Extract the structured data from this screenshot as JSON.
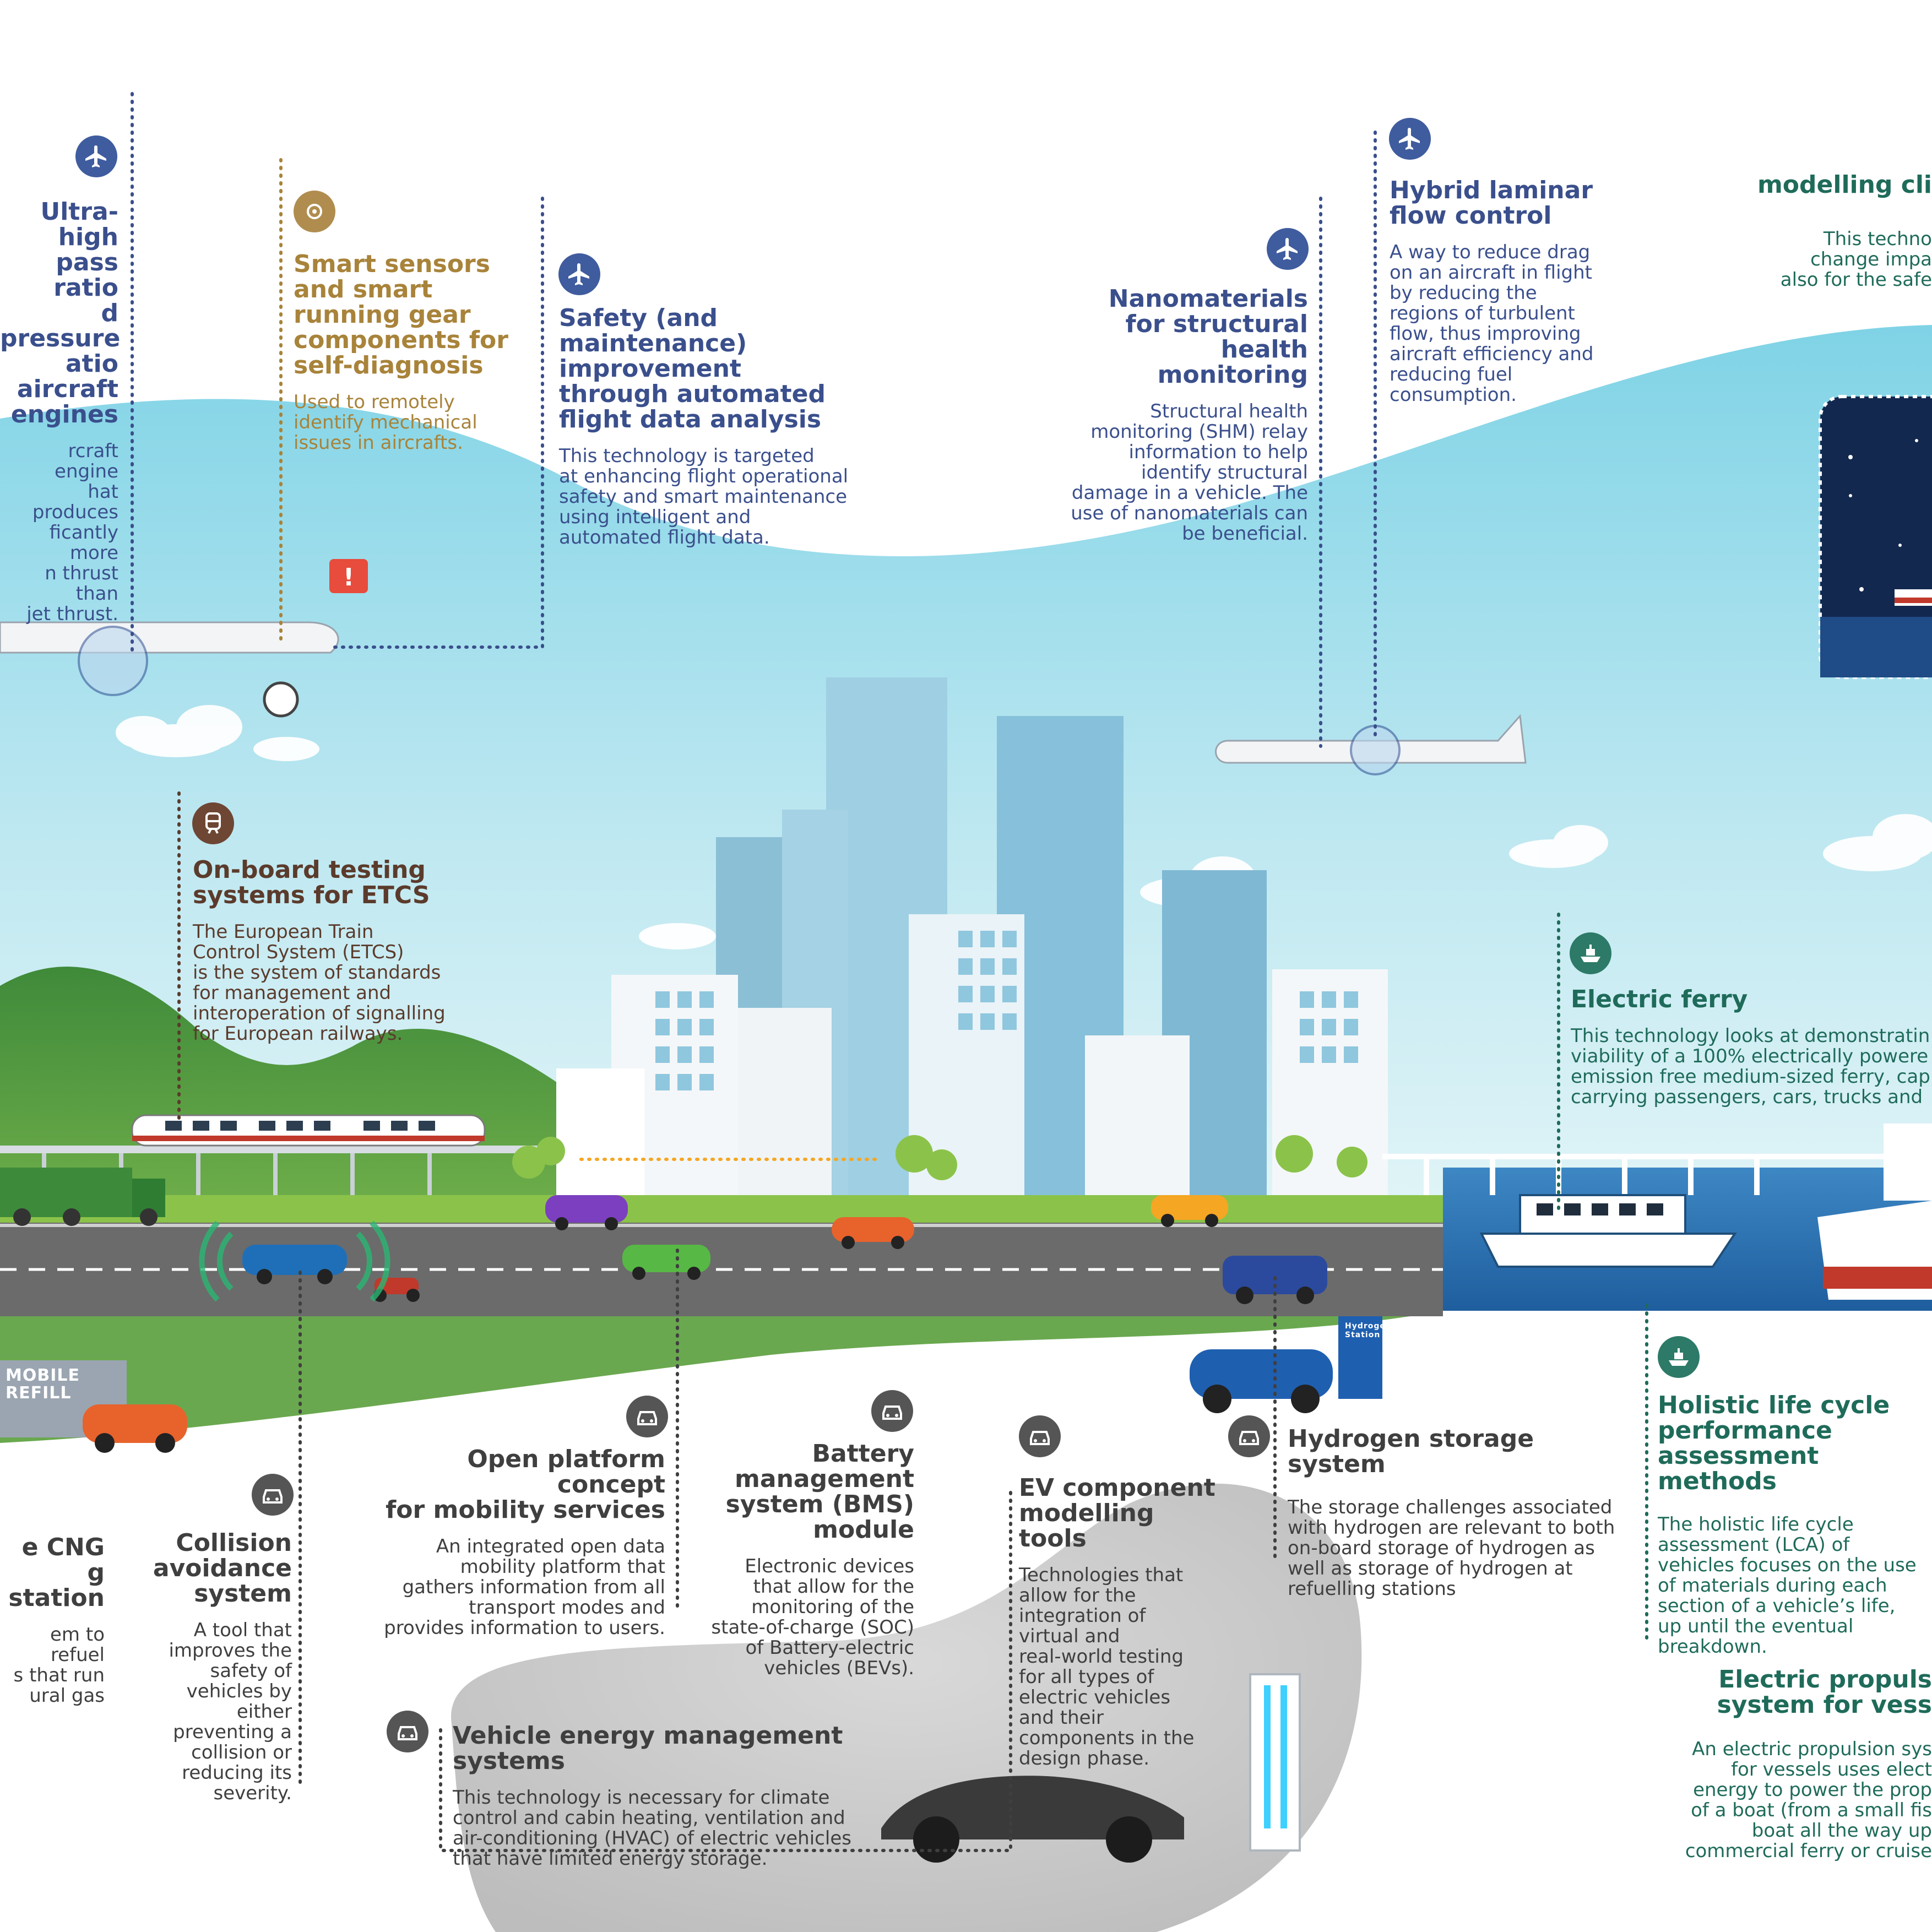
{
  "colors": {
    "air": "#3a4f8c",
    "rail": "#5b3b2c",
    "road": "#3f3f3f",
    "sea": "#1f6b5a",
    "sensor": "#a8833a",
    "sky": "#c7ecf3",
    "grass": "#5c9b3a",
    "road_asphalt": "#6c6c6c",
    "water": "#2b6fb5"
  },
  "labels": {
    "ultra_high": {
      "title": "Ultra-high\npass ratio\nd pressure\natio aircraft\nengines",
      "desc": "rcraft engine\nhat produces\nficantly more\nn thrust than\njet thrust.",
      "icon": "airplane-icon"
    },
    "smart_sensors": {
      "title": "Smart sensors\nand smart\nrunning gear\ncomponents for\nself-diagnosis",
      "desc": "Used to remotely\nidentify mechanical\nissues in aircrafts.",
      "icon": "sensor-icon"
    },
    "safety_maintenance": {
      "title": "Safety (and maintenance)\nimprovement\nthrough automated\nflight data analysis",
      "desc": "This technology is targeted\nat enhancing flight operational\nsafety and smart maintenance\nusing intelligent and\nautomated flight data.",
      "icon": "airplane-icon"
    },
    "nanomaterials": {
      "title": "Nanomaterials\nfor structural health\nmonitoring",
      "desc": "Structural health\nmonitoring (SHM) relay\ninformation to help\nidentify structural\ndamage in a vehicle. The\nuse of nanomaterials can\nbe beneficial.",
      "icon": "airplane-icon"
    },
    "hybrid_laminar": {
      "title": "Hybrid laminar\nflow control",
      "desc": "A way to reduce drag\non an aircraft in flight\nby reducing the\nregions of turbulent\nflow, thus improving\naircraft efficiency and\nreducing fuel\nconsumption.",
      "icon": "airplane-icon"
    },
    "modelling_climate": {
      "title": "modelling cli",
      "desc": "This techno\nchange  impa\nalso for the safe"
    },
    "onboard_testing": {
      "title": "On-board testing\nsystems for ETCS",
      "desc": "The European Train\nControl System (ETCS)\nis the system of standards\nfor management and\ninteroperation of signalling\nfor European railways.",
      "icon": "train-icon"
    },
    "electric_ferry": {
      "title": "Electric ferry",
      "desc": "This technology looks at demonstratin\nviability of a 100% electrically powere\nemission free medium-sized ferry, cap\ncarrying passengers, cars, trucks and",
      "icon": "ship-icon"
    },
    "cng_station": {
      "title": "e CNG\ng station",
      "desc": "em to refuel\ns that run\nural gas"
    },
    "collision": {
      "title": "Collision\navoidance\nsystem",
      "desc": "A tool that\nimproves the\nsafety of\nvehicles by\neither\npreventing a\ncollision or\nreducing its\nseverity.",
      "icon": "car-icon"
    },
    "open_platform": {
      "title": "Open platform concept\nfor mobility services",
      "desc": "An integrated open data\nmobility platform that\ngathers information from all\ntransport modes and\nprovides information to users.",
      "icon": "car-icon"
    },
    "bms": {
      "title": "Battery\nmanagement\nsystem (BMS)\nmodule",
      "desc": "Electronic devices\nthat allow for the\nmonitoring of the\nstate-of-charge (SOC)\nof Battery-electric\nvehicles (BEVs).",
      "icon": "car-icon"
    },
    "ev_component": {
      "title": "EV component\nmodelling tools",
      "desc": "Technologies that\nallow for the\nintegration of\nvirtual and\nreal-world testing\nfor all types of\nelectric vehicles\nand their\ncomponents in the\ndesign phase.",
      "icon": "car-icon"
    },
    "hydrogen": {
      "title": "Hydrogen storage system",
      "desc": "The storage challenges associated\nwith hydrogen are relevant to both\non-board storage of hydrogen as\nwell as storage of hydrogen at\nrefuelling stations",
      "icon": "car-icon"
    },
    "holistic": {
      "title": "Holistic life cycle\nperformance\nassessment methods",
      "desc": "The holistic life cycle\nassessment (LCA) of\nvehicles focuses on the use\nof materials during each\nsection of a vehicle’s life,\nup until the eventual\nbreakdown.",
      "icon": "ship-icon"
    },
    "vehicle_energy": {
      "title": "Vehicle energy management systems",
      "desc": "This technology is necessary for climate\ncontrol and cabin heating, ventilation and\nair-conditioning (HVAC) of electric vehicles\nthat have limited energy storage.",
      "icon": "car-icon"
    },
    "electric_propulsion": {
      "title": "Electric propuls\nsystem for vess",
      "desc": "An electric propulsion sys\nfor vessels uses elect\nenergy to power the prop\nof a boat (from a small fis\nboat all the way up\ncommercial ferry or cruise"
    }
  },
  "truck_sign": "MOBILE\nREFILL",
  "hydrogen_station_sign": "Hydrogen Station"
}
